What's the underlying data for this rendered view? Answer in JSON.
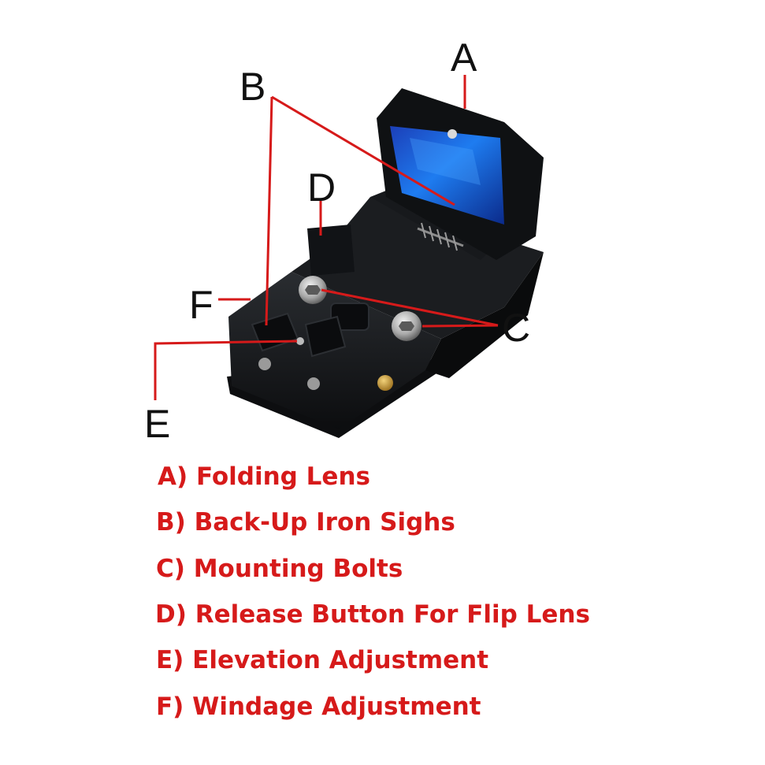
{
  "callouts": {
    "a": "A",
    "b": "B",
    "c": "C",
    "d": "D",
    "e": "E",
    "f": "F"
  },
  "legend": [
    "A) Folding Lens",
    "B) Back-Up Iron Sighs",
    "C) Mounting Bolts",
    "D) Release Button For Flip Lens",
    "E) Elevation Adjustment",
    "F) Windage Adjustment"
  ],
  "colors": {
    "leader_lines": "#d61a1a",
    "legend_text": "#d61a1a",
    "lens": "#1a6be0",
    "body": "#15171a"
  }
}
